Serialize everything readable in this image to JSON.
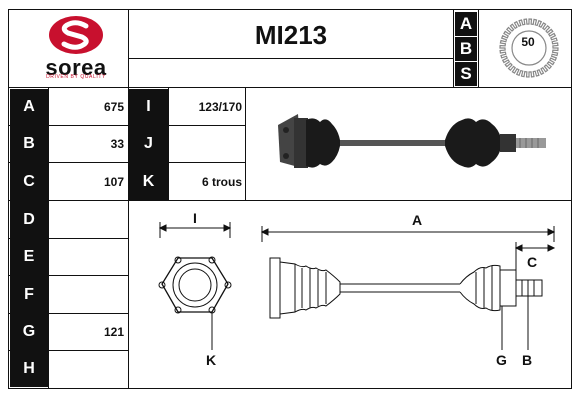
{
  "header": {
    "brand": "sorea",
    "tagline": "DRIVEN BY QUALITY",
    "part_number": "MI213",
    "abs_letters": [
      "A",
      "B",
      "S"
    ],
    "abs_teeth": "50"
  },
  "specs_left": [
    {
      "letter": "A",
      "value": "675"
    },
    {
      "letter": "B",
      "value": "33"
    },
    {
      "letter": "C",
      "value": "107"
    },
    {
      "letter": "D",
      "value": ""
    },
    {
      "letter": "E",
      "value": ""
    },
    {
      "letter": "F",
      "value": ""
    },
    {
      "letter": "G",
      "value": "121"
    },
    {
      "letter": "H",
      "value": ""
    }
  ],
  "specs_mid": [
    {
      "letter": "I",
      "value": "123/170"
    },
    {
      "letter": "J",
      "value": ""
    },
    {
      "letter": "K",
      "value": "6 trous"
    }
  ],
  "diagram_labels": {
    "i": "I",
    "a": "A",
    "c": "C",
    "k": "K",
    "g": "G",
    "b": "B"
  },
  "colors": {
    "brand_red": "#c8102e",
    "ink": "#111111"
  }
}
